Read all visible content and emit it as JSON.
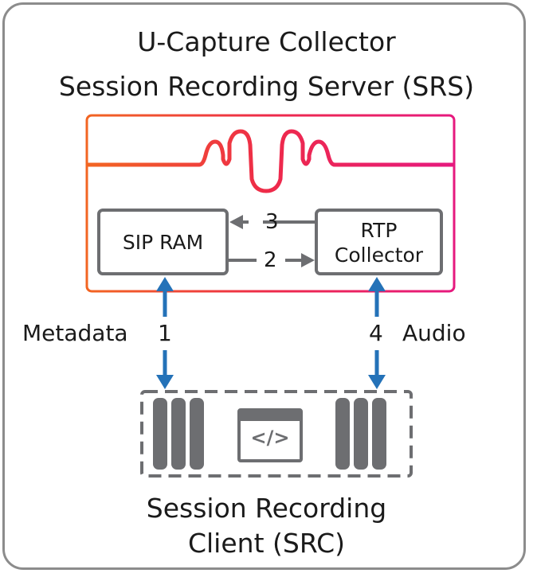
{
  "title": {
    "line1": "U-Capture Collector",
    "line2": "Session Recording Server (SRS)"
  },
  "boxes": {
    "sip_ram": "SIP RAM",
    "rtp_line1": "RTP",
    "rtp_line2": "Collector"
  },
  "arrows": {
    "step1": "1",
    "step2": "2",
    "step3": "3",
    "step4": "4"
  },
  "labels": {
    "metadata": "Metadata",
    "audio": "Audio"
  },
  "client": {
    "line1": "Session Recording",
    "line2": "Client (SRC)",
    "code_glyph": "</>"
  },
  "colors": {
    "gradient_start": "#f26522",
    "gradient_end": "#e6197e",
    "box_gray": "#6d6e71",
    "arrow_blue": "#2472b8"
  }
}
